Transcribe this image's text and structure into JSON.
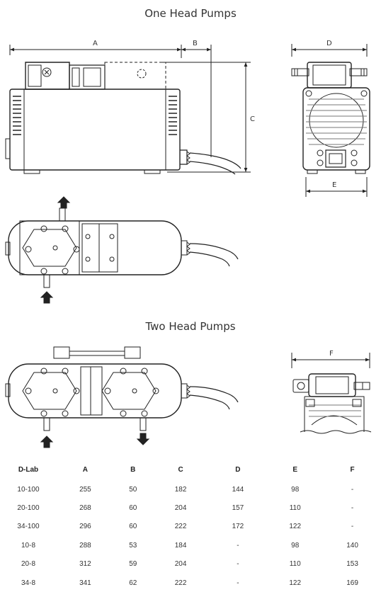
{
  "sections": {
    "one_head": "One Head Pumps",
    "two_head": "Two Head Pumps"
  },
  "dimension_labels": {
    "a": "A",
    "b": "B",
    "c": "C",
    "d": "D",
    "e": "E",
    "f": "F"
  },
  "table": {
    "headers": [
      "D-Lab",
      "A",
      "B",
      "C",
      "D",
      "E",
      "F"
    ],
    "rows": [
      [
        "10-100",
        "255",
        "50",
        "182",
        "144",
        "98",
        "-"
      ],
      [
        "20-100",
        "268",
        "60",
        "204",
        "157",
        "110",
        "-"
      ],
      [
        "34-100",
        "296",
        "60",
        "222",
        "172",
        "122",
        "-"
      ],
      [
        "10-8",
        "288",
        "53",
        "184",
        "-",
        "98",
        "140"
      ],
      [
        "20-8",
        "312",
        "59",
        "204",
        "-",
        "110",
        "153"
      ],
      [
        "34-8",
        "341",
        "62",
        "222",
        "-",
        "122",
        "169"
      ]
    ]
  }
}
